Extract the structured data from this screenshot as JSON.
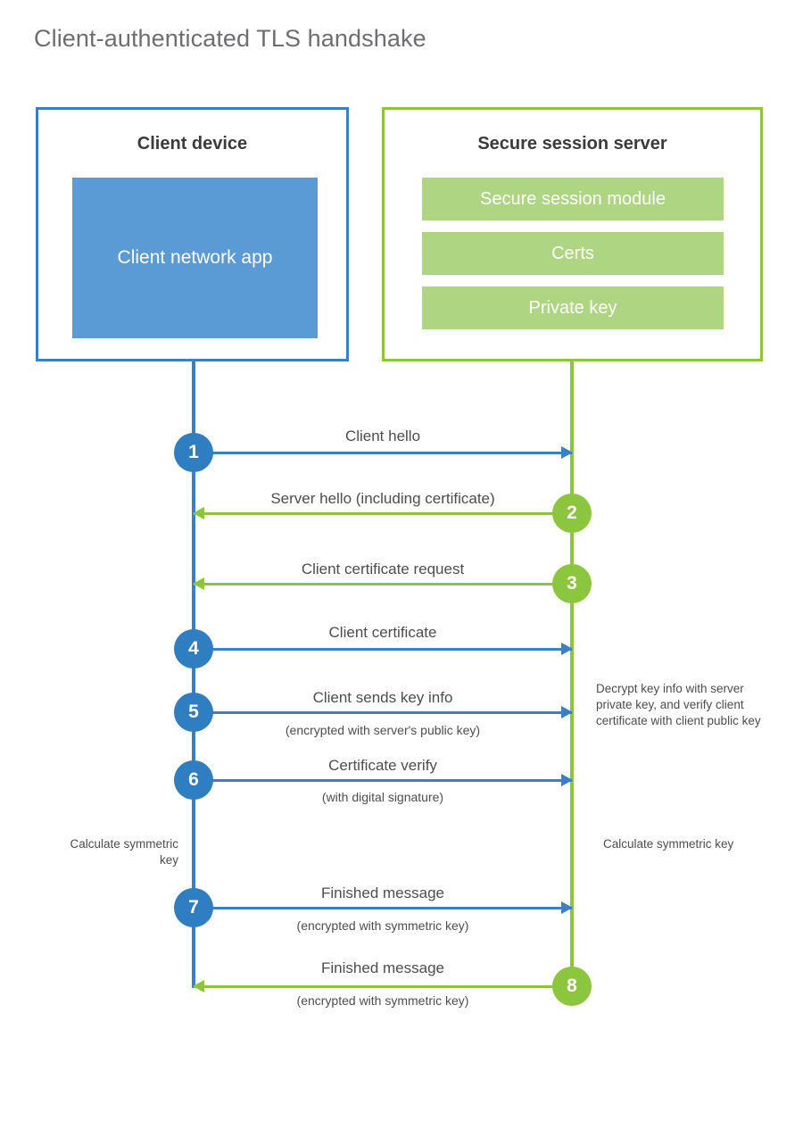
{
  "title": "Client-authenticated TLS handshake",
  "colors": {
    "client_accent": "#3b7fc4",
    "client_badge": "#2f7ec1",
    "client_app_fill": "#5b9bd5",
    "server_accent": "#8cc63f",
    "server_bar_fill": "#aed581",
    "text": "#4d4d4d",
    "title_text": "#6d6e71"
  },
  "parties": {
    "client": {
      "title": "Client device",
      "app_label": "Client network app"
    },
    "server": {
      "title": "Secure session server",
      "components": [
        "Secure session module",
        "Certs",
        "Private key"
      ]
    }
  },
  "steps": [
    {
      "number": "1",
      "direction": "client-to-server",
      "label": "Client hello",
      "sublabel": ""
    },
    {
      "number": "2",
      "direction": "server-to-client",
      "label": "Server hello (including certificate)",
      "sublabel": ""
    },
    {
      "number": "3",
      "direction": "server-to-client",
      "label": "Client certificate request",
      "sublabel": ""
    },
    {
      "number": "4",
      "direction": "client-to-server",
      "label": "Client certificate",
      "sublabel": ""
    },
    {
      "number": "5",
      "direction": "client-to-server",
      "label": "Client sends key info",
      "sublabel": "(encrypted with server's public key)"
    },
    {
      "number": "6",
      "direction": "client-to-server",
      "label": "Certificate verify",
      "sublabel": "(with digital signature)"
    },
    {
      "number": "7",
      "direction": "client-to-server",
      "label": "Finished message",
      "sublabel": "(encrypted with symmetric key)"
    },
    {
      "number": "8",
      "direction": "server-to-client",
      "label": "Finished message",
      "sublabel": "(encrypted with symmetric key)"
    }
  ],
  "annotations": {
    "server_decrypt": "Decrypt key info with server private key, and verify client certificate with client public key",
    "client_calculate": "Calculate symmetric key",
    "server_calculate": "Calculate symmetric key"
  }
}
